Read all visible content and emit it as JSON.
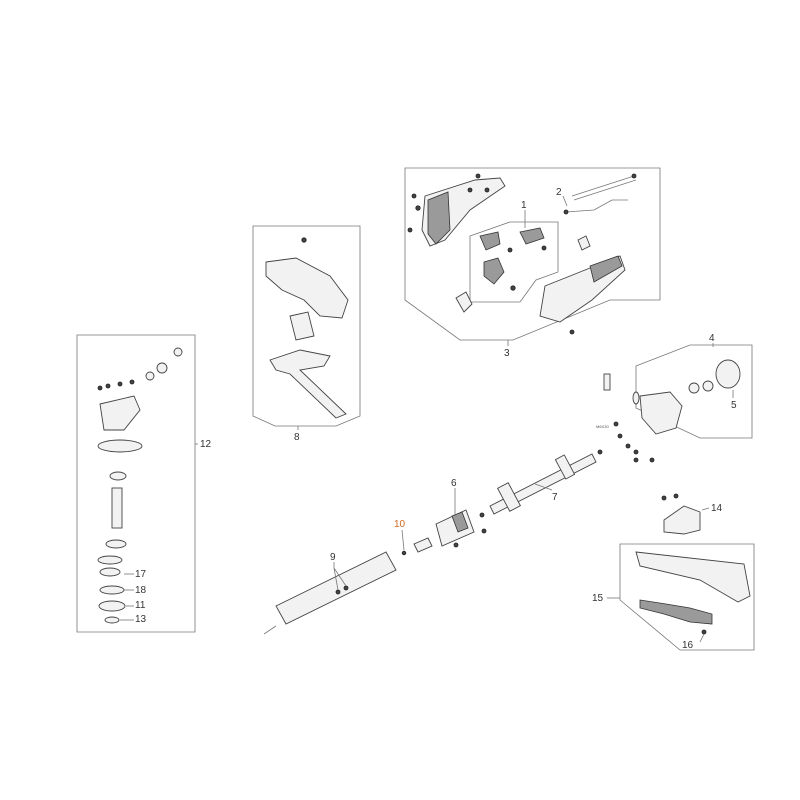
{
  "colors": {
    "line": "#777777",
    "label": "#333333",
    "highlight": "#d2691e"
  },
  "labels": {
    "l1": "1",
    "l2": "2",
    "l3": "3",
    "l4": "4",
    "l5": "5",
    "l6": "6",
    "l7": "7",
    "l8": "8",
    "l9": "9",
    "l10": "10",
    "l11": "11",
    "l12": "12",
    "l13": "13",
    "l14": "14",
    "l15": "15",
    "l16": "16",
    "l17": "17",
    "l18": "18"
  },
  "fastener_text": "M6X30"
}
